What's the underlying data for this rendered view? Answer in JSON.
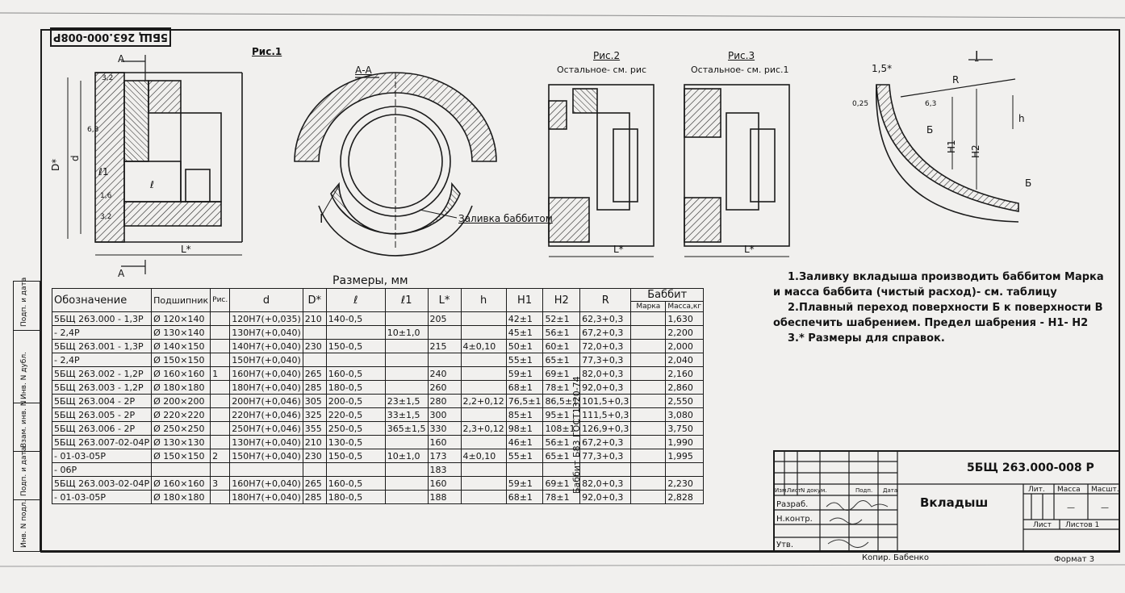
{
  "doc_code_top": "5БЩ 263.000-008Р",
  "figures": {
    "fig1": "Рис.1",
    "section": "А-А",
    "fig2": "Рис.2",
    "fig2_note": "Остальное- см. рис",
    "fig3": "Рис.3",
    "fig3_note": "Остальное- см. рис.1",
    "detail": "I",
    "babbitt_fill": "Заливка баббитом"
  },
  "drawing_labels": {
    "section_mark": "А",
    "D_star": "D*",
    "d": "d",
    "l1": "ℓ1",
    "l": "ℓ",
    "L_star": "L*",
    "dim_32": "3,2",
    "dim_16": "1,6",
    "dim_32b": "3,2",
    "dim_bb": "6,3",
    "detail_15": "1,5*",
    "detail_R": "R",
    "detail_025": "0,25",
    "detail_63": "6,3",
    "detail_B": "Б",
    "detail_h": "h",
    "detail_H1": "H1",
    "detail_H2": "H2",
    "detail_B2": "Б",
    "detail_I": "I"
  },
  "dimensions_caption": "Размеры, мм",
  "table": {
    "headers": [
      "Обозначение",
      "Подшипник",
      "Рис.",
      "d",
      "D*",
      "ℓ",
      "ℓ1",
      "L*",
      "h",
      "H1",
      "H2",
      "R"
    ],
    "babbitt_header": "Баббит",
    "babbitt_sub": [
      "Марка",
      "Масса,кг"
    ],
    "rows": [
      {
        "des": "5БЩ 263.000 - 1,3Р",
        "bearing": "Ø 120×140",
        "fig": "",
        "d": "120Н7(+0,035)",
        "D": "210",
        "l": "140-0,5",
        "l1": "",
        "L": "205",
        "h": "",
        "H1": "42±1",
        "H2": "52±1",
        "R": "62,3+0,3",
        "mass": "1,630"
      },
      {
        "des": "- 2,4Р",
        "bearing": "Ø 130×140",
        "fig": "",
        "d": "130Н7(+0,040)",
        "D": "",
        "l": "",
        "l1": "10±1,0",
        "L": "",
        "h": "",
        "H1": "45±1",
        "H2": "56±1",
        "R": "67,2+0,3",
        "mass": "2,200"
      },
      {
        "des": "5БЩ 263.001 - 1,3Р",
        "bearing": "Ø 140×150",
        "fig": "",
        "d": "140Н7(+0,040)",
        "D": "230",
        "l": "150-0,5",
        "l1": "",
        "L": "215",
        "h": "4±0,10",
        "H1": "50±1",
        "H2": "60±1",
        "R": "72,0+0,3",
        "mass": "2,000"
      },
      {
        "des": "- 2,4Р",
        "bearing": "Ø 150×150",
        "fig": "",
        "d": "150Н7(+0,040)",
        "D": "",
        "l": "",
        "l1": "",
        "L": "",
        "h": "",
        "H1": "55±1",
        "H2": "65±1",
        "R": "77,3+0,3",
        "mass": "2,040"
      },
      {
        "des": "5БЩ 263.002 - 1,2Р",
        "bearing": "Ø 160×160",
        "fig": "1",
        "d": "160Н7(+0,040)",
        "D": "265",
        "l": "160-0,5",
        "l1": "",
        "L": "240",
        "h": "",
        "H1": "59±1",
        "H2": "69±1",
        "R": "82,0+0,3",
        "mass": "2,160"
      },
      {
        "des": "5БЩ 263.003 - 1,2Р",
        "bearing": "Ø 180×180",
        "fig": "",
        "d": "180Н7(+0,040)",
        "D": "285",
        "l": "180-0,5",
        "l1": "",
        "L": "260",
        "h": "",
        "H1": "68±1",
        "H2": "78±1",
        "R": "92,0+0,3",
        "mass": "2,860"
      },
      {
        "des": "5БЩ 263.004 - 2Р",
        "bearing": "Ø 200×200",
        "fig": "",
        "d": "200Н7(+0,046)",
        "D": "305",
        "l": "200-0,5",
        "l1": "23±1,5",
        "L": "280",
        "h": "2,2+0,12",
        "H1": "76,5±1",
        "H2": "86,5±1",
        "R": "101,5+0,3",
        "mass": "2,550"
      },
      {
        "des": "5БЩ 263.005 - 2Р",
        "bearing": "Ø 220×220",
        "fig": "",
        "d": "220Н7(+0,046)",
        "D": "325",
        "l": "220-0,5",
        "l1": "33±1,5",
        "L": "300",
        "h": "",
        "H1": "85±1",
        "H2": "95±1",
        "R": "111,5+0,3",
        "mass": "3,080"
      },
      {
        "des": "5БЩ 263.006 - 2Р",
        "bearing": "Ø 250×250",
        "fig": "",
        "d": "250Н7(+0,046)",
        "D": "355",
        "l": "250-0,5",
        "l1": "365±1,5",
        "L": "330",
        "h": "2,3+0,12",
        "H1": "98±1",
        "H2": "108±1",
        "R": "126,9+0,3",
        "mass": "3,750"
      },
      {
        "des": "5БЩ 263.007-02-04Р",
        "bearing": "Ø 130×130",
        "fig": "",
        "d": "130Н7(+0,040)",
        "D": "210",
        "l": "130-0,5",
        "l1": "",
        "L": "160",
        "h": "",
        "H1": "46±1",
        "H2": "56±1",
        "R": "67,2+0,3",
        "mass": "1,990"
      },
      {
        "des": "- 01-03-05Р",
        "bearing": "Ø 150×150",
        "fig": "2",
        "d": "150Н7(+0,040)",
        "D": "230",
        "l": "150-0,5",
        "l1": "10±1,0",
        "L": "173",
        "h": "4±0,10",
        "H1": "55±1",
        "H2": "65±1",
        "R": "77,3+0,3",
        "mass": "1,995"
      },
      {
        "des": "- 06Р",
        "bearing": "",
        "fig": "",
        "d": "",
        "D": "",
        "l": "",
        "l1": "",
        "L": "183",
        "h": "",
        "H1": "",
        "H2": "",
        "R": "",
        "mass": ""
      },
      {
        "des": "5БЩ 263.003-02-04Р",
        "bearing": "Ø 160×160",
        "fig": "3",
        "d": "160Н7(+0,040)",
        "D": "265",
        "l": "160-0,5",
        "l1": "",
        "L": "160",
        "h": "",
        "H1": "59±1",
        "H2": "69±1",
        "R": "82,0+0,3",
        "mass": "2,230"
      },
      {
        "des": "- 01-03-05Р",
        "bearing": "Ø 180×180",
        "fig": "",
        "d": "180Н7(+0,040)",
        "D": "285",
        "l": "180-0,5",
        "l1": "",
        "L": "188",
        "h": "",
        "H1": "68±1",
        "H2": "78±1",
        "R": "92,0+0,3",
        "mass": "2,828"
      }
    ],
    "babbitt_grade": "Баббит Б83 ГОСТ1320-74"
  },
  "notes": [
    "1.Заливку вкладыша производить баббитом Марка",
    "и масса баббита (чистый расход)- см. таблицу",
    "2.Плавный переход поверхности Б к поверхности В",
    "обеспечить шабрением. Предел шабрения - H1- H2",
    "3.* Размеры для справок."
  ],
  "title_block": {
    "code": "5БЩ 263.000-008 Р",
    "name": "Вкладыш",
    "lit": "Лит.",
    "mass": "Масса",
    "scale": "Масшт.",
    "mass_val": "—",
    "scale_val": "—",
    "sheet": "Лист",
    "sheets": "Листов 1",
    "rows": [
      "Изм.",
      "Лист",
      "N докум.",
      "Подп.",
      "Дата"
    ],
    "roles": [
      "Разраб.",
      "Н.контр.",
      "Утв."
    ],
    "copied": "Копир. Бабенко",
    "format": "Формат 3"
  },
  "side_strip": [
    "Инв. N подл.",
    "Подп. и дата",
    "Взам. инв. N",
    "Инв. N дубл.",
    "Подп. и дата"
  ]
}
